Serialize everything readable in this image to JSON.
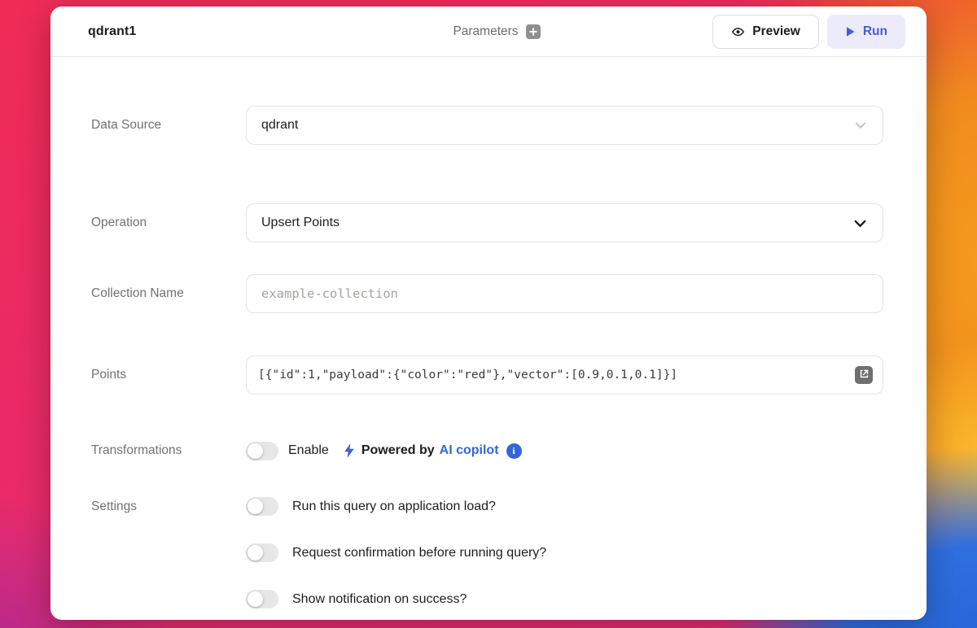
{
  "header": {
    "title": "qdrant1",
    "parameters_label": "Parameters",
    "preview_label": "Preview",
    "run_label": "Run"
  },
  "icons": {
    "add_parameter": "plus-icon",
    "preview": "eye-icon",
    "run": "play-icon",
    "data_source_dropdown": "chevron-down-icon",
    "operation_dropdown": "chevron-down-icon",
    "points_expand": "expand-icon",
    "transformations": "lightning-icon",
    "copilot_info": "info-icon"
  },
  "form": {
    "data_source": {
      "label": "Data Source",
      "value": "qdrant"
    },
    "operation": {
      "label": "Operation",
      "value": "Upsert Points"
    },
    "collection_name": {
      "label": "Collection Name",
      "value": "",
      "placeholder": "example-collection"
    },
    "points": {
      "label": "Points",
      "value": "[{\"id\":1,\"payload\":{\"color\":\"red\"},\"vector\":[0.9,0.1,0.1]}]"
    },
    "transformations": {
      "label": "Transformations",
      "toggle_on": false,
      "toggle_label": "Enable",
      "powered_by": "Powered by",
      "copilot": "AI copilot"
    },
    "settings": {
      "label": "Settings",
      "toggles": [
        {
          "label": "Run this query on application load?",
          "on": false
        },
        {
          "label": "Request confirmation before running query?",
          "on": false
        },
        {
          "label": "Show notification on success?",
          "on": false
        }
      ]
    }
  },
  "colors": {
    "accent_blue": "#4c5bd4",
    "copilot_blue": "#3465dd",
    "run_button_bg": "#ebebfa"
  }
}
